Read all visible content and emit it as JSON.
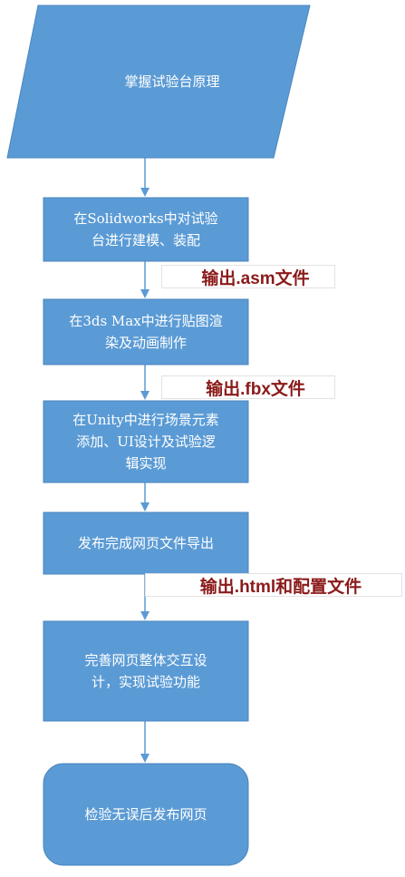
{
  "colors": {
    "node_fill": "#5b9bd5",
    "node_stroke": "#4a86bf",
    "arrow": "#5b9bd5",
    "node_text": "#ffffff",
    "note_text": "#8b1a1a"
  },
  "nodes": [
    {
      "id": "start",
      "shape": "parallelogram",
      "label": "掌握试验台原理"
    },
    {
      "id": "step1",
      "shape": "rectangle",
      "label": "在Solidworks中对试验\n台进行建模、装配"
    },
    {
      "id": "step2",
      "shape": "rectangle",
      "label": "在3ds Max中进行贴图渲\n染及动画制作"
    },
    {
      "id": "step3",
      "shape": "rectangle",
      "label": "在Unity中进行场景元素\n添加、UI设计及试验逻\n辑实现"
    },
    {
      "id": "step4",
      "shape": "rectangle",
      "label": "发布完成网页文件导出"
    },
    {
      "id": "step5",
      "shape": "rectangle",
      "label": "完善网页整体交互设\n计，实现试验功能"
    },
    {
      "id": "end",
      "shape": "rounded-rectangle",
      "label": "检验无误后发布网页"
    }
  ],
  "annotations": [
    {
      "label": "输出.asm文件"
    },
    {
      "label": "输出.fbx文件"
    },
    {
      "label": "输出.html和配置文件"
    }
  ]
}
